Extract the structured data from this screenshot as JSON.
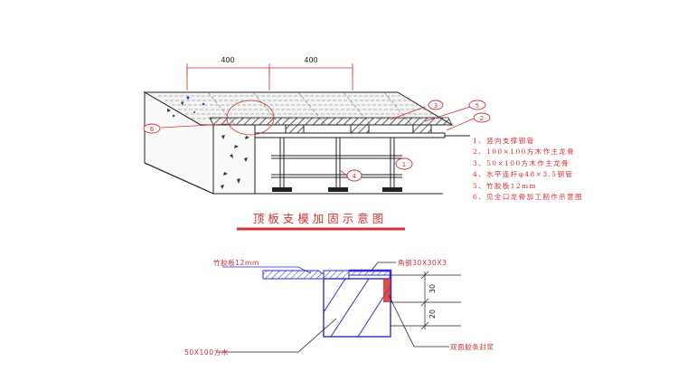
{
  "dimensions": {
    "span_left": "400",
    "span_right": "400"
  },
  "callouts": {
    "c1": "1",
    "c2": "2",
    "c3": "3",
    "c4": "4",
    "c5": "5",
    "c6": "6"
  },
  "title": "顶板支模加固示意图",
  "legend": [
    "1、竖向支撑钢管",
    "2、100×100方木作主龙骨",
    "3、50×100方木作主龙骨",
    "4、水平连杆φ48×3.5钢管",
    "5、竹胶板12mm",
    "6、见全口龙骨加工制作示意图"
  ],
  "detail": {
    "label_plywood": "竹胶板12mm",
    "label_angle": "角钢30X30X3",
    "label_timber": "50X100方木",
    "label_seal": "双面胶条封浆",
    "dim_top": "30",
    "dim_bottom": "20"
  },
  "colors": {
    "red": "#d23030",
    "blue": "#2b2bd8",
    "black": "#1a1a1a"
  }
}
